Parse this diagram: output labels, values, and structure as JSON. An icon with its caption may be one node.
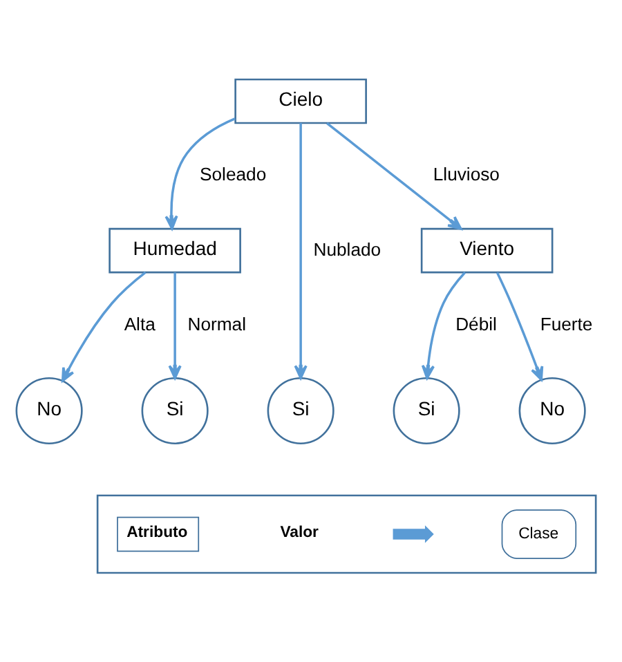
{
  "diagram": {
    "nodes": [
      {
        "text": [
          "Cielo"
        ]
      },
      {
        "text": [
          "Humedad"
        ]
      },
      {
        "text": [
          "Viento"
        ]
      },
      {
        "text": [
          "No"
        ]
      },
      {
        "text": [
          "Si"
        ]
      },
      {
        "text": [
          "Si"
        ]
      },
      {
        "text": [
          "Si"
        ]
      },
      {
        "text": [
          "No"
        ]
      },
      {
        "text": [],
        "shape": "box"
      }
    ],
    "edges": [
      {
        "from": 0,
        "to": 1,
        "arrow": "to",
        "label": "Soleado"
      },
      {
        "from": 0,
        "to": 5,
        "arrow": "to",
        "label": "Nublado"
      },
      {
        "from": 0,
        "to": 2,
        "arrow": "to",
        "label": "Lluvioso"
      },
      {
        "from": 1,
        "to": 3,
        "arrow": "to",
        "label": "Alta"
      },
      {
        "from": 1,
        "to": 4,
        "arrow": "to",
        "label": "Normal"
      },
      {
        "from": 2,
        "to": 6,
        "arrow": "to",
        "label": "Débil"
      },
      {
        "from": 2,
        "to": 7,
        "arrow": "to",
        "label": "Fuerte"
      }
    ],
    "legend": [
      {
        "text": "Atributo"
      },
      {
        "text": "Valor"
      },
      {
        "text": "Clase"
      }
    ]
  }
}
